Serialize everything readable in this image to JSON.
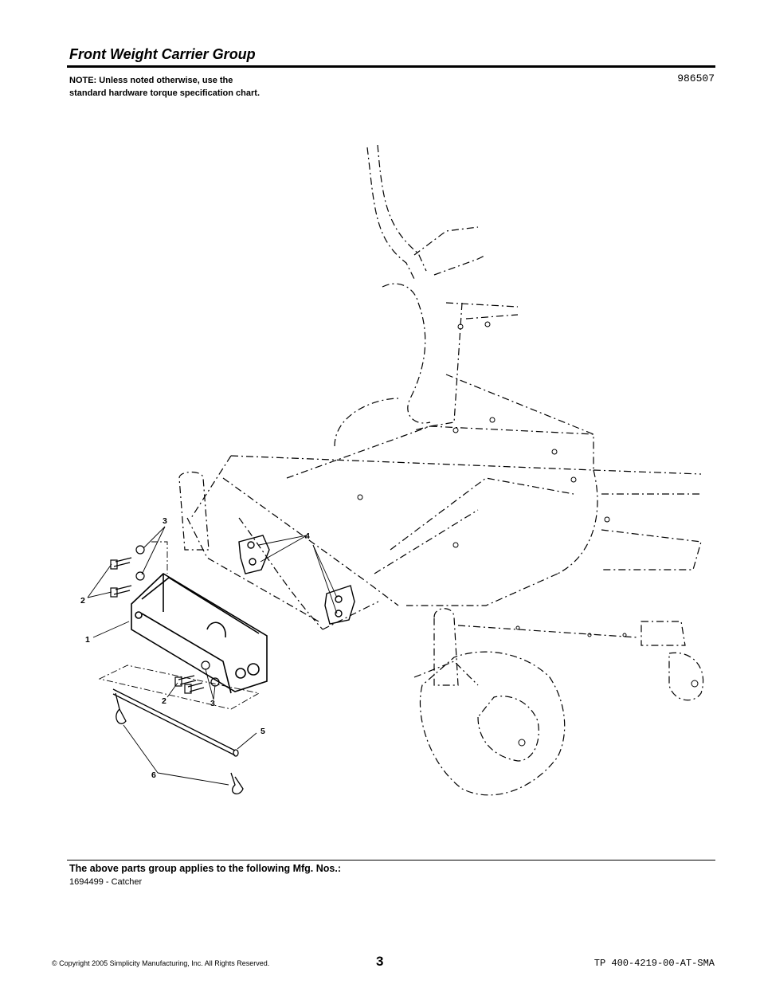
{
  "header": {
    "title": "Front Weight Carrier Group",
    "note": "NOTE: Unless noted otherwise, use the standard hardware torque specification chart.",
    "diagram_number": "986507"
  },
  "diagram": {
    "callouts": [
      "3",
      "4",
      "2",
      "1",
      "2",
      "3",
      "5",
      "6"
    ]
  },
  "mfg": {
    "heading": "The above parts group applies to the following Mfg. Nos.:",
    "items": [
      "1694499 - Catcher"
    ]
  },
  "footer": {
    "copyright": "© Copyright 2005 Simplicity Manufacturing, Inc. All Rights Reserved.",
    "page_number": "3",
    "tp_code": "TP 400-4219-00-AT-SMA"
  }
}
